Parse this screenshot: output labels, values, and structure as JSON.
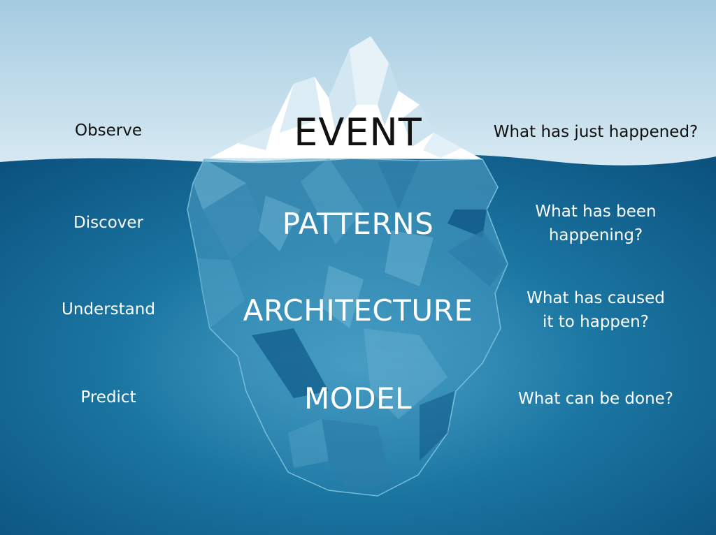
{
  "colors": {
    "sky_top": "#a9cfe2",
    "sky_bottom": "#d4e8f2",
    "water_top": "#1f6f9a",
    "water_deep": "#0c5a86",
    "ice_light": "#ffffff",
    "ice_mid": "#cfe5f1",
    "ice_dark": "#1d5f8c"
  },
  "levels": [
    {
      "action": "Observe",
      "title": "EVENT",
      "question_lines": [
        "What has just happened?"
      ]
    },
    {
      "action": "Discover",
      "title": "PATTERNS",
      "question_lines": [
        "What has been",
        "happening?"
      ]
    },
    {
      "action": "Understand",
      "title": "ARCHITECTURE",
      "question_lines": [
        "What has caused",
        "it to happen?"
      ]
    },
    {
      "action": "Predict",
      "title": "MODEL",
      "question_lines": [
        "What can be done?"
      ]
    }
  ]
}
